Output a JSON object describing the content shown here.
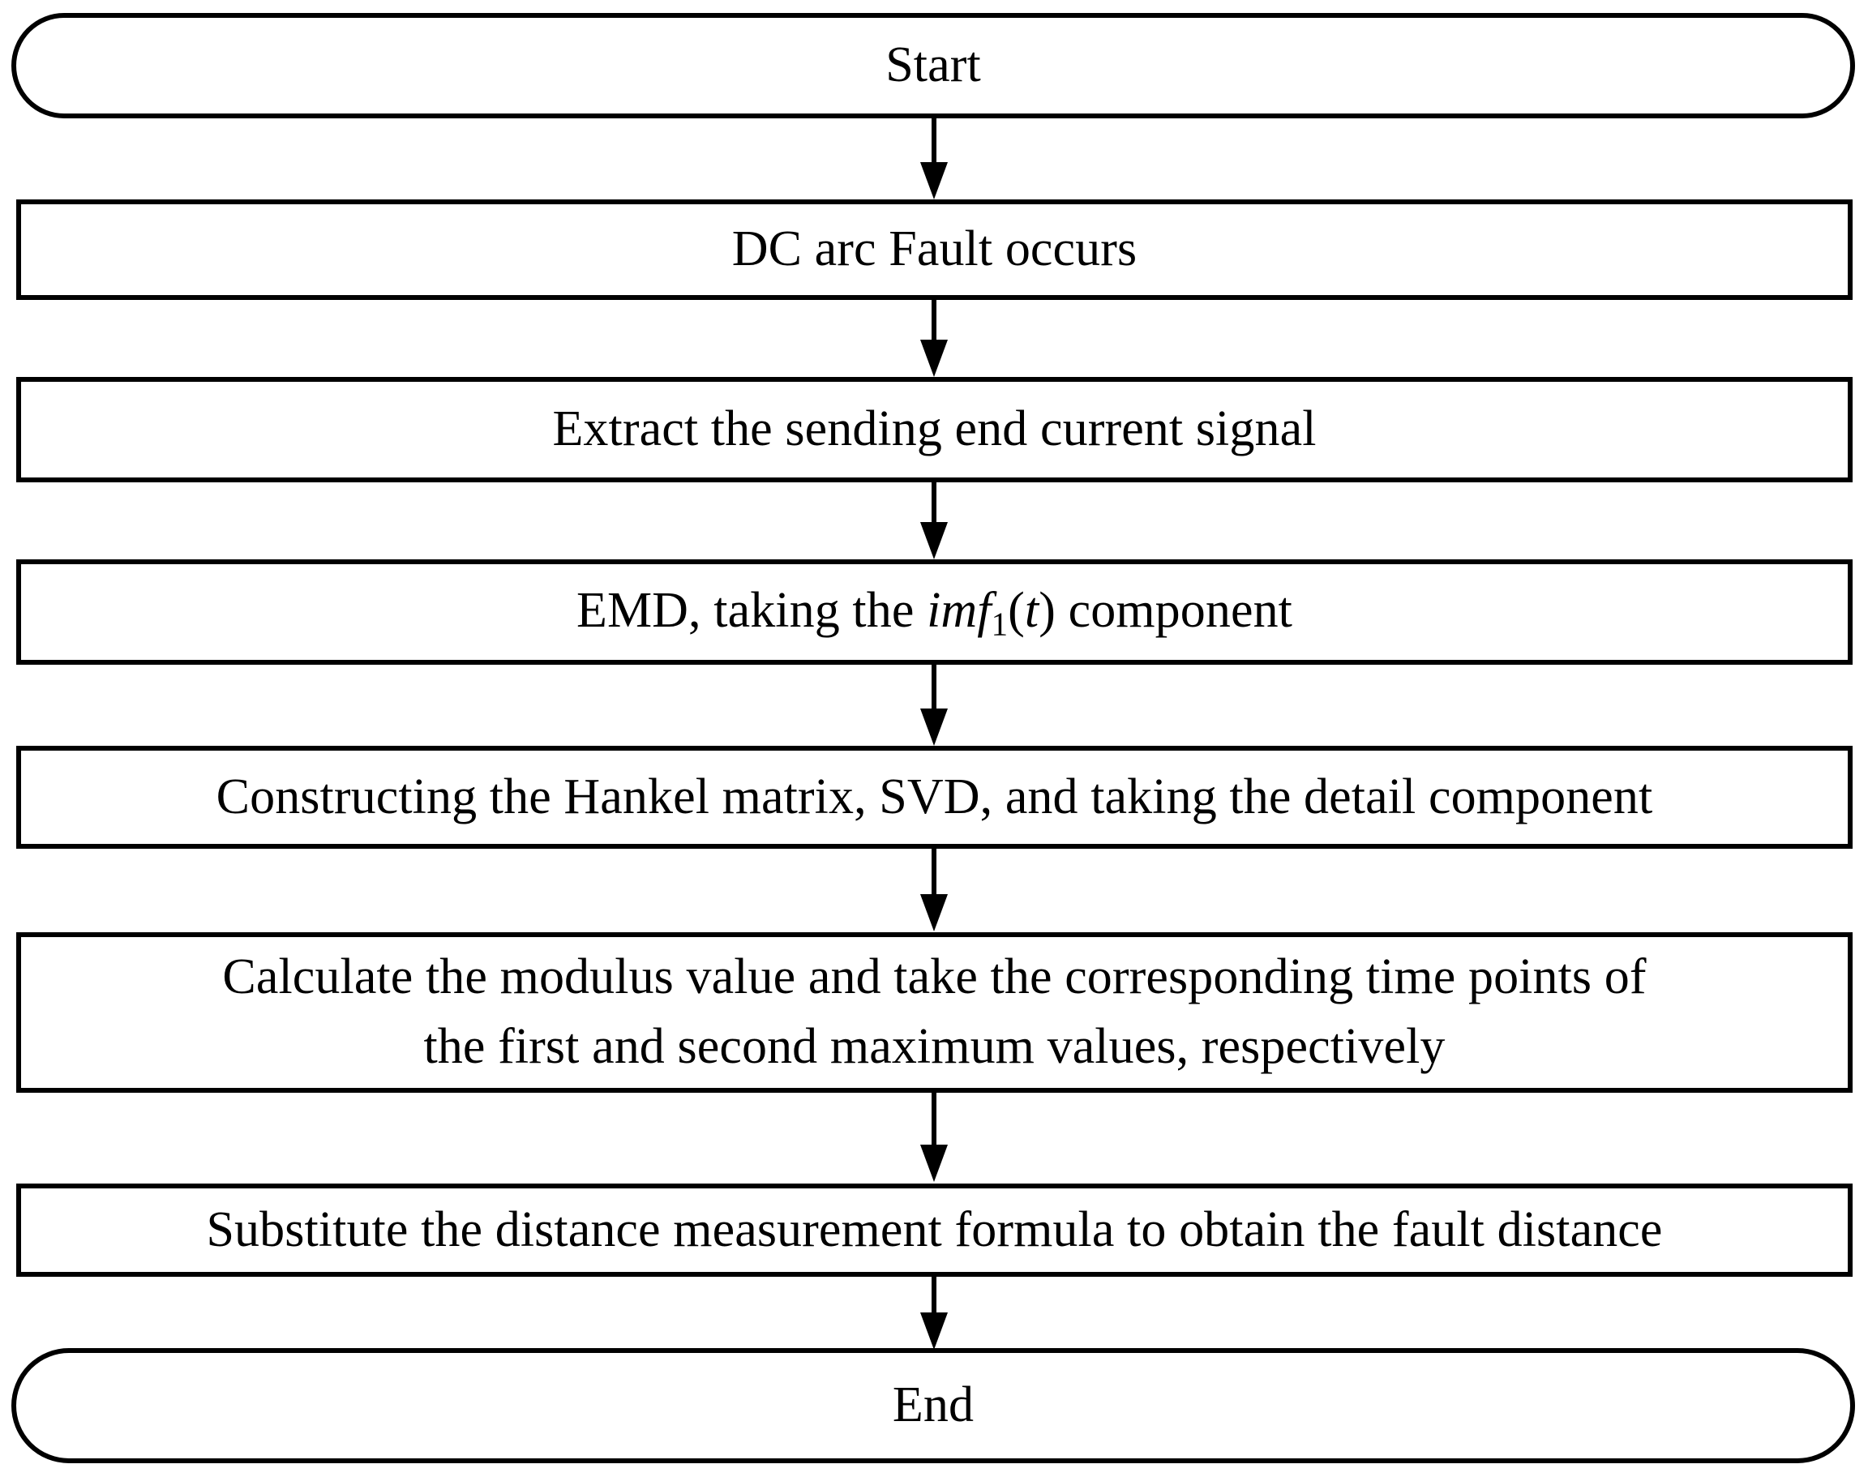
{
  "figure": {
    "kind": "flowchart",
    "orientation": "top-to-bottom",
    "background_color": "#ffffff",
    "stroke_color": "#000000",
    "fill_color": "#ffffff"
  },
  "nodes": [
    {
      "id": "start",
      "shape": "terminator",
      "label": "Start"
    },
    {
      "id": "fault",
      "shape": "process",
      "label": "DC arc Fault occurs"
    },
    {
      "id": "extract",
      "shape": "process",
      "label": "Extract the sending end current signal"
    },
    {
      "id": "emd",
      "shape": "process",
      "label": "EMD, taking the imf1(t) component",
      "label_parts": {
        "before": "EMD, taking the ",
        "math_italic": "imf",
        "math_sub": "1",
        "math_paren_open": "(",
        "math_var": "t",
        "math_paren_close": ")",
        "after": " component"
      }
    },
    {
      "id": "hankel",
      "shape": "process",
      "label": "Constructing the Hankel matrix, SVD, and taking the detail component"
    },
    {
      "id": "modulus",
      "shape": "process",
      "line1": "Calculate the modulus value and take the corresponding time points of",
      "line2": "the first and second maximum values, respectively"
    },
    {
      "id": "distance",
      "shape": "process",
      "label": "Substitute the distance measurement formula to obtain the fault distance"
    },
    {
      "id": "end",
      "shape": "terminator",
      "label": "End"
    }
  ],
  "edges": [
    {
      "id": "e1",
      "from": "start",
      "to": "fault",
      "arrow": "down"
    },
    {
      "id": "e2",
      "from": "fault",
      "to": "extract",
      "arrow": "down"
    },
    {
      "id": "e3",
      "from": "extract",
      "to": "emd",
      "arrow": "down"
    },
    {
      "id": "e4",
      "from": "emd",
      "to": "hankel",
      "arrow": "down"
    },
    {
      "id": "e5",
      "from": "hankel",
      "to": "modulus",
      "arrow": "down"
    },
    {
      "id": "e6",
      "from": "modulus",
      "to": "distance",
      "arrow": "down"
    },
    {
      "id": "e7",
      "from": "distance",
      "to": "end",
      "arrow": "down"
    }
  ]
}
